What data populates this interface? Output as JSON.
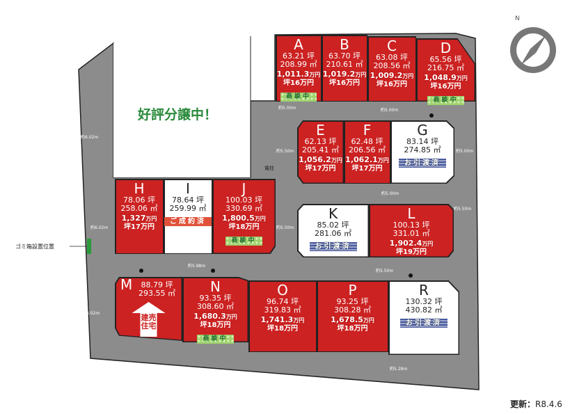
{
  "headline": "好評分譲中！",
  "updated_label": "更新：",
  "updated_value": "R8.4.6",
  "compass_label": "N",
  "trash_label": "ゴミ箱設置位置",
  "pole_label": "電柱",
  "dimensions": [
    "約6.02m",
    "約6.02m",
    "約6.02m",
    "約5.00m",
    "約5.00m",
    "約5.00m",
    "約5.50m",
    "約5.50m",
    "約5.50m",
    "約5.50m",
    "約5.98m",
    "約5.28m",
    "約5.00m"
  ],
  "lots": [
    {
      "id": "A",
      "tsubo": "63.21 坪",
      "sqm": "208.99 ㎡",
      "price": "1,011.3",
      "price_unit": "万円",
      "unit_price": "坪16万円",
      "status": "商談中"
    },
    {
      "id": "B",
      "tsubo": "63.70 坪",
      "sqm": "210.61 ㎡",
      "price": "1,019.2",
      "price_unit": "万円",
      "unit_price": "坪16万円",
      "status": ""
    },
    {
      "id": "C",
      "tsubo": "63.08 坪",
      "sqm": "208.56 ㎡",
      "price": "1,009.2",
      "price_unit": "万円",
      "unit_price": "坪16万円",
      "status": ""
    },
    {
      "id": "D",
      "tsubo": "65.56 坪",
      "sqm": "216.75 ㎡",
      "price": "1,048.9",
      "price_unit": "万円",
      "unit_price": "坪16万円",
      "status": "商談中"
    },
    {
      "id": "E",
      "tsubo": "62.13 坪",
      "sqm": "205.41 ㎡",
      "price": "1,056.2",
      "price_unit": "万円",
      "unit_price": "坪17万円",
      "status": ""
    },
    {
      "id": "F",
      "tsubo": "62.48 坪",
      "sqm": "206.56 ㎡",
      "price": "1,062.1",
      "price_unit": "万円",
      "unit_price": "坪17万円",
      "status": ""
    },
    {
      "id": "G",
      "tsubo": "83.14 坪",
      "sqm": "274.85 ㎡",
      "price": "",
      "price_unit": "",
      "unit_price": "",
      "status": "お引渡済"
    },
    {
      "id": "H",
      "tsubo": "78.06 坪",
      "sqm": "258.06 ㎡",
      "price": "1,327",
      "price_unit": "万円",
      "unit_price": "坪17万円",
      "status": ""
    },
    {
      "id": "I",
      "tsubo": "78.64 坪",
      "sqm": "259.99 ㎡",
      "price": "",
      "price_unit": "",
      "unit_price": "",
      "status": "ご成約済"
    },
    {
      "id": "J",
      "tsubo": "100.03 坪",
      "sqm": "330.69 ㎡",
      "price": "1,800.5",
      "price_unit": "万円",
      "unit_price": "坪18万円",
      "status": "商談中"
    },
    {
      "id": "K",
      "tsubo": "85.02 坪",
      "sqm": "281.06 ㎡",
      "price": "",
      "price_unit": "",
      "unit_price": "",
      "status": "お引渡済"
    },
    {
      "id": "L",
      "tsubo": "100.13 坪",
      "sqm": "331.01 ㎡",
      "price": "1,902.4",
      "price_unit": "万円",
      "unit_price": "坪19万円",
      "status": ""
    },
    {
      "id": "M",
      "tsubo": "88.79 坪",
      "sqm": "293.55 ㎡",
      "price": "",
      "price_unit": "",
      "unit_price": "",
      "status": "",
      "note": "建売住宅"
    },
    {
      "id": "N",
      "tsubo": "93.35 坪",
      "sqm": "308.60 ㎡",
      "price": "1,680.3",
      "price_unit": "万円",
      "unit_price": "坪18万円",
      "status": "商談中"
    },
    {
      "id": "O",
      "tsubo": "96.74 坪",
      "sqm": "319.83 ㎡",
      "price": "1,741.3",
      "price_unit": "万円",
      "unit_price": "坪18万円",
      "status": ""
    },
    {
      "id": "P",
      "tsubo": "93.25 坪",
      "sqm": "308.28 ㎡",
      "price": "1,678.5",
      "price_unit": "万円",
      "unit_price": "坪18万円",
      "status": ""
    },
    {
      "id": "R",
      "tsubo": "130.32 坪",
      "sqm": "430.82 ㎡",
      "price": "",
      "price_unit": "",
      "unit_price": "",
      "status": "お引渡済"
    }
  ],
  "colors": {
    "sold": "#cc2222",
    "road": "#8c8c8c",
    "headline": "#2a8a3a"
  }
}
